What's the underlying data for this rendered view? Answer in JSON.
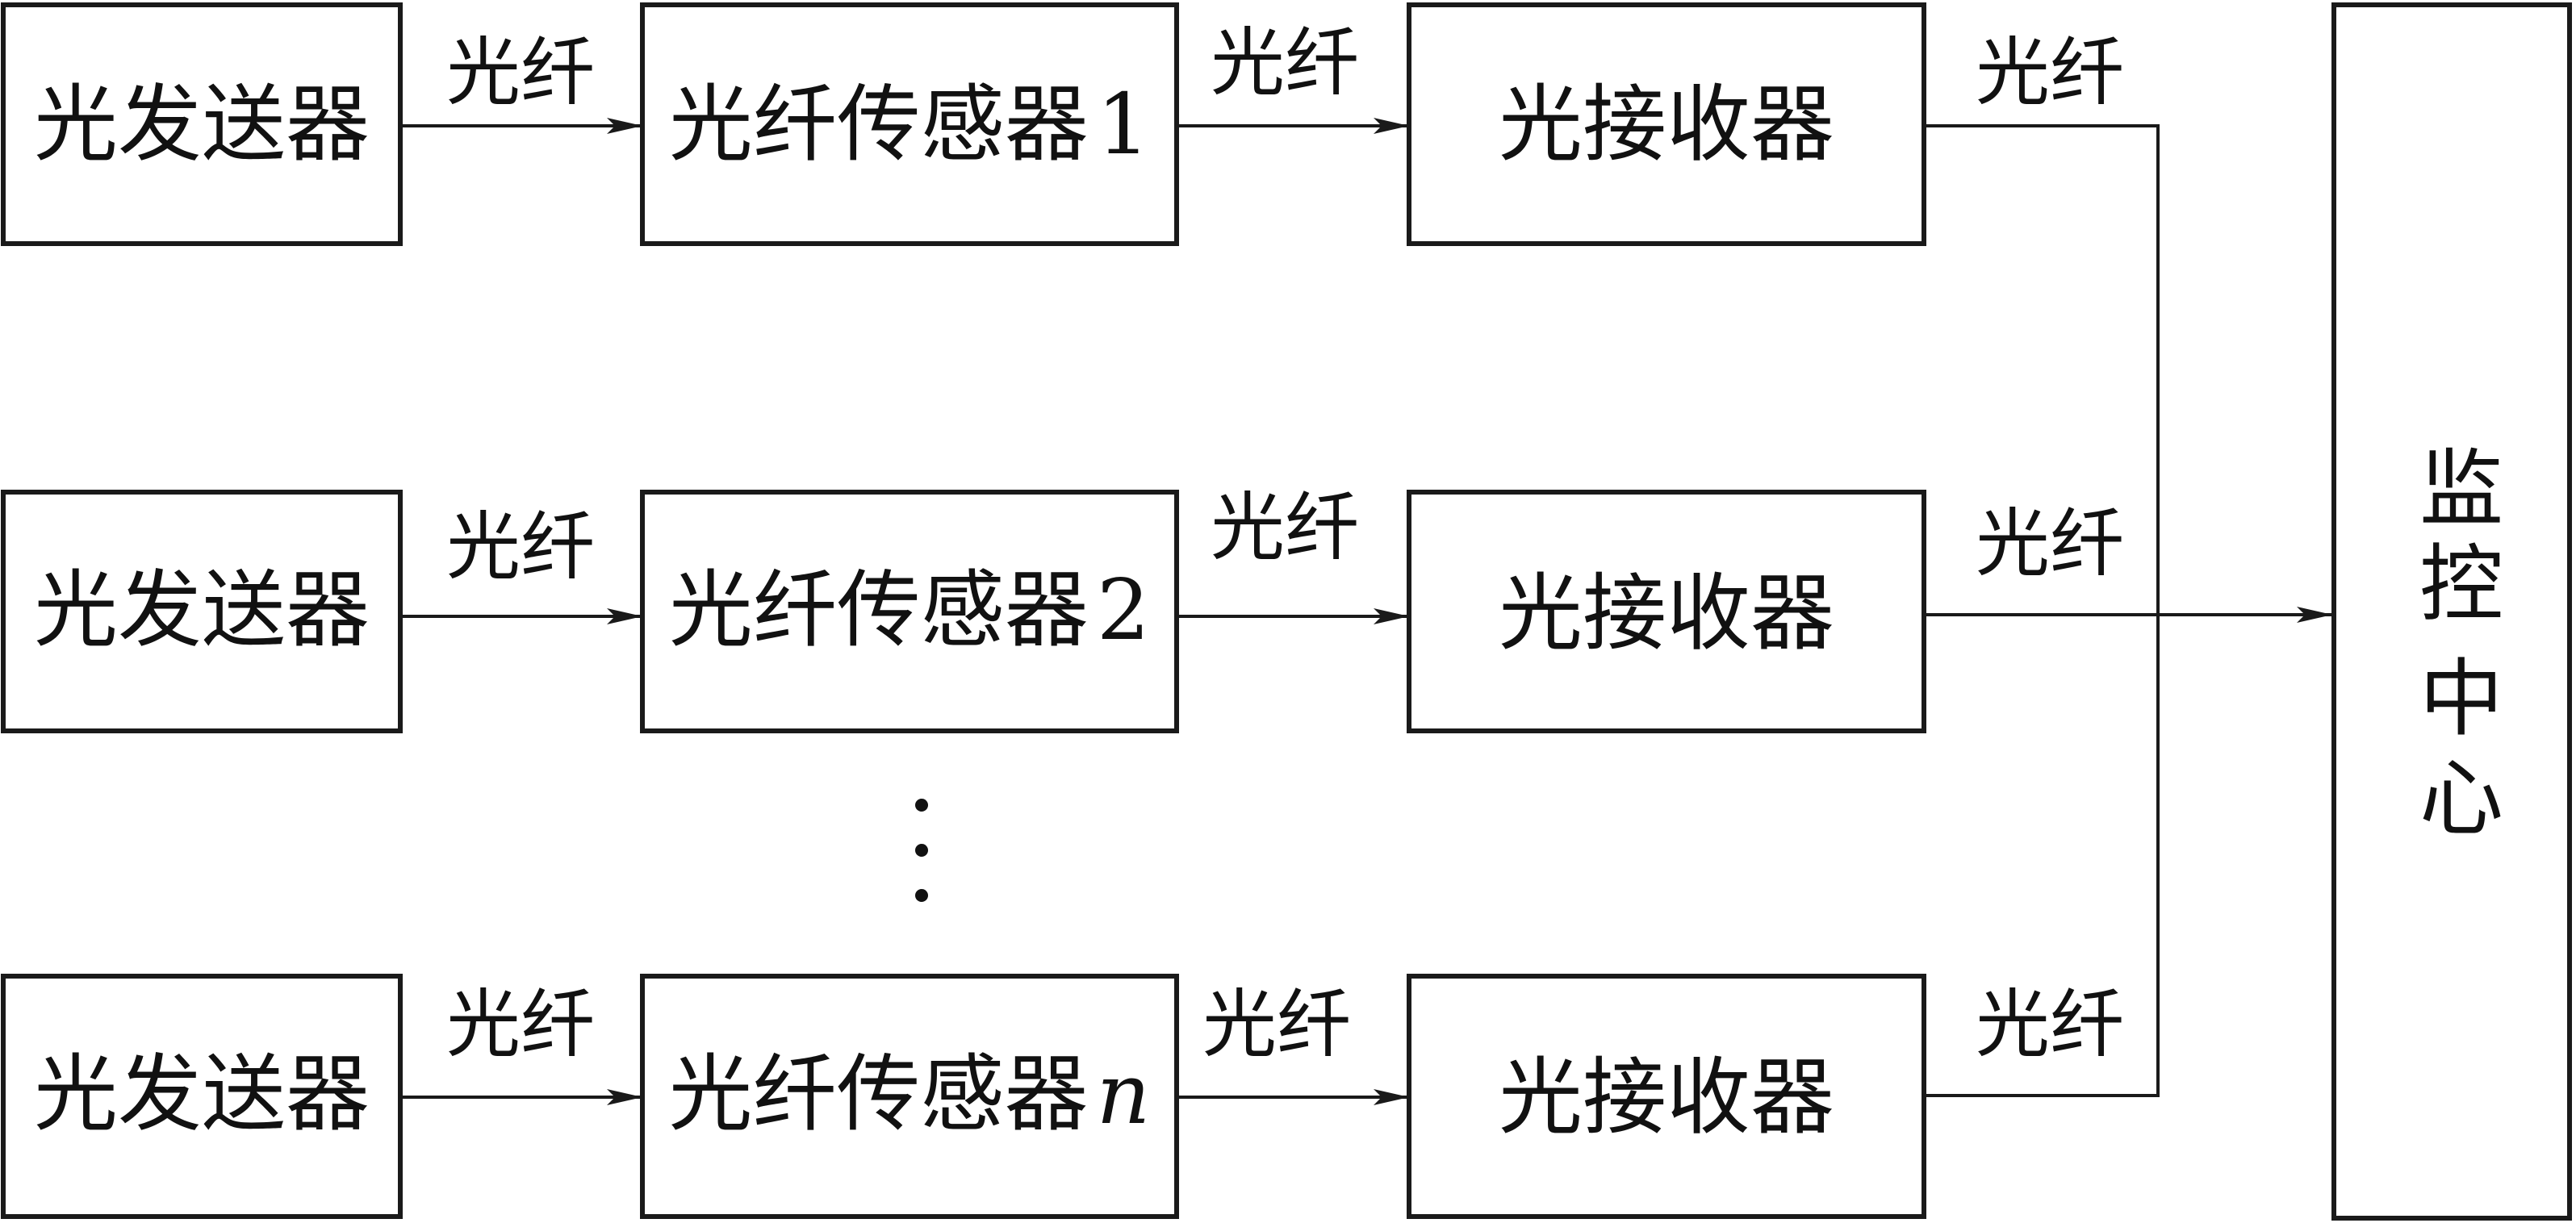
{
  "rows": [
    {
      "transmitter": "光发送器",
      "sensor": "光纤传感器",
      "sensor_index": "1",
      "receiver": "光接收器"
    },
    {
      "transmitter": "光发送器",
      "sensor": "光纤传感器",
      "sensor_index": "2",
      "receiver": "光接收器"
    },
    {
      "transmitter": "光发送器",
      "sensor": "光纤传感器",
      "sensor_index": "n",
      "receiver": "光接收器"
    }
  ],
  "fiber_label": "光纤",
  "monitor": {
    "chars": [
      "监",
      "控",
      "中",
      "心"
    ]
  },
  "ellipsis_dots": 3
}
